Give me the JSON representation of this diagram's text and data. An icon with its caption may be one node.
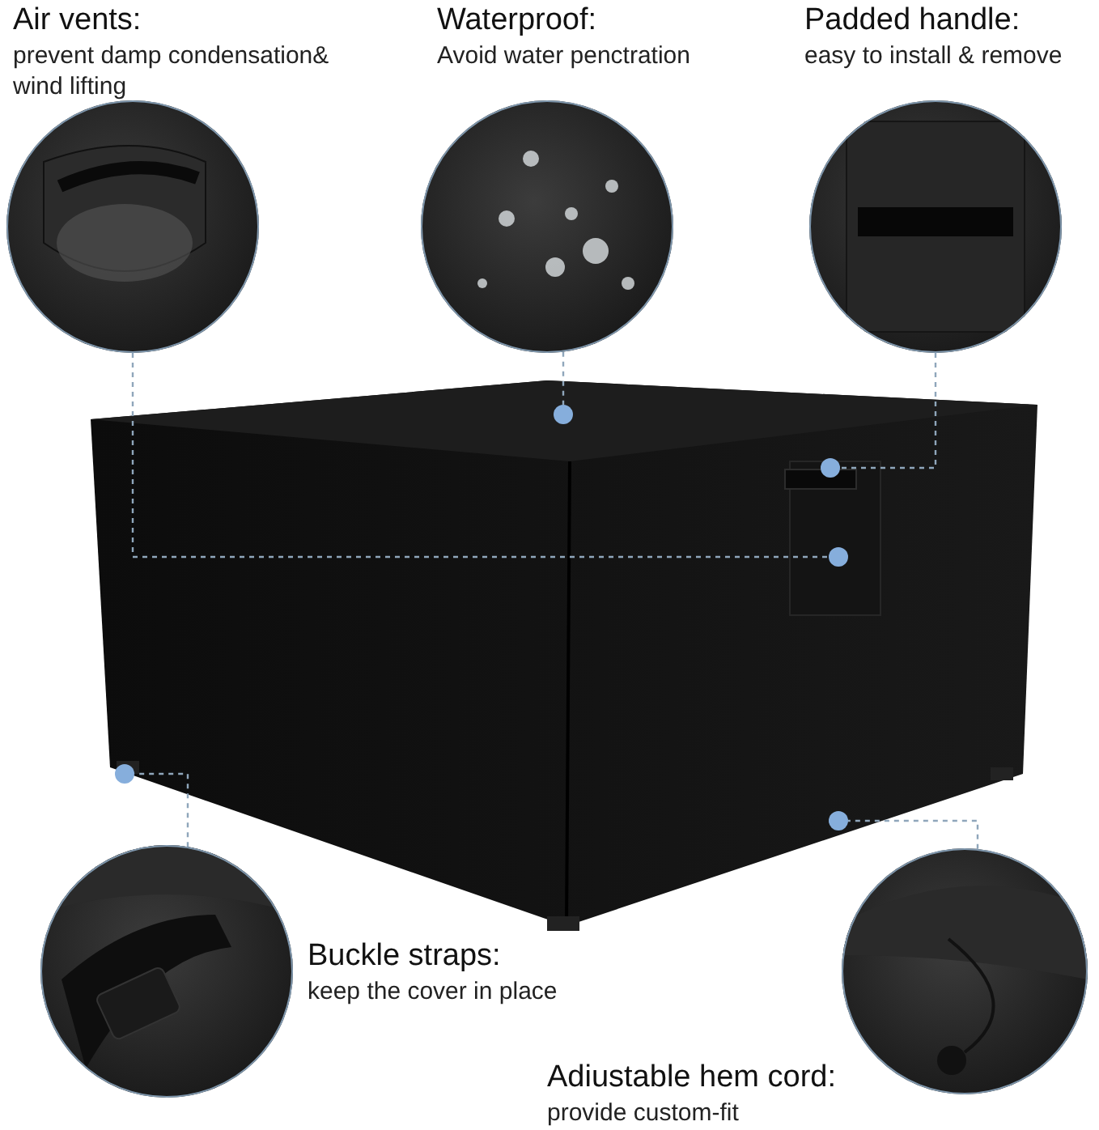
{
  "diagram": {
    "nodes": [
      {
        "text": [
          "Air vents:",
          "prevent damp condensation& wind lifting"
        ]
      },
      {
        "text": [
          "Waterproof:",
          "Avoid water penctration"
        ]
      },
      {
        "text": [
          "Padded handle:",
          "easy to install & remove"
        ]
      },
      {
        "text": [
          "Buckle straps:",
          "keep the cover in place"
        ]
      },
      {
        "text": [
          "Adiustable hem cord:",
          "provide custom-fit"
        ]
      },
      {
        "text": [],
        "shape": "circle"
      },
      {
        "text": [],
        "shape": "circle"
      },
      {
        "text": [],
        "shape": "circle"
      },
      {
        "text": [],
        "shape": "circle"
      },
      {
        "text": [],
        "shape": "circle"
      }
    ],
    "edges": [
      {
        "from": 0,
        "to": 7,
        "arrow": "none"
      },
      {
        "from": 1,
        "to": 5,
        "arrow": "none"
      },
      {
        "from": 2,
        "to": 6,
        "arrow": "none"
      },
      {
        "from": 3,
        "to": 8,
        "arrow": "none"
      },
      {
        "from": 4,
        "to": 9,
        "arrow": "none"
      }
    ]
  }
}
